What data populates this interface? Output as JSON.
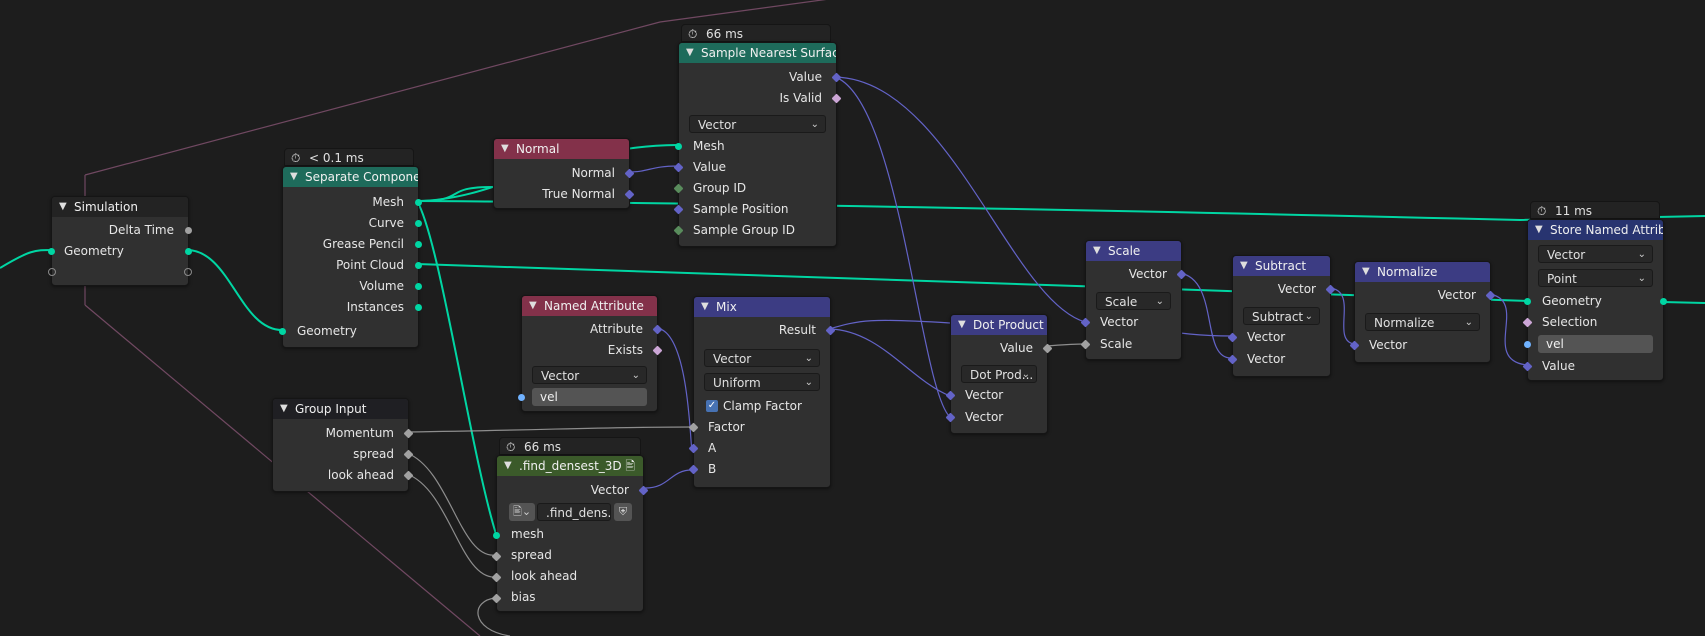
{
  "timers": {
    "separate": "< 0.1 ms",
    "sample": "66 ms",
    "store": "11 ms",
    "densest": "66 ms"
  },
  "simulation": {
    "title": "Simulation",
    "outputs": [
      "Delta Time",
      "Geometry"
    ]
  },
  "separate": {
    "title": "Separate Compone...",
    "outputs": [
      "Mesh",
      "Curve",
      "Grease Pencil",
      "Point Cloud",
      "Volume",
      "Instances"
    ],
    "input": "Geometry"
  },
  "normal": {
    "title": "Normal",
    "outputs": [
      "Normal",
      "True Normal"
    ]
  },
  "sample": {
    "title": "Sample Nearest Surface",
    "outputs": [
      "Value",
      "Is Valid"
    ],
    "dropdown": "Vector",
    "inputs": [
      "Mesh",
      "Value",
      "Group ID",
      "Sample Position",
      "Sample Group ID"
    ]
  },
  "named_attr": {
    "title": "Named Attribute",
    "outputs": [
      "Attribute",
      "Exists"
    ],
    "dropdown": "Vector",
    "name": "vel"
  },
  "mix": {
    "title": "Mix",
    "output": "Result",
    "dropdown1": "Vector",
    "dropdown2": "Uniform",
    "clamp_label": "Clamp Factor",
    "clamp_checked": true,
    "inputs": [
      "Factor",
      "A",
      "B"
    ]
  },
  "group_input": {
    "title": "Group Input",
    "outputs": [
      "Momentum",
      "spread",
      "look ahead"
    ]
  },
  "densest": {
    "title": ".find_densest_3D",
    "output": "Vector",
    "group_name": ".find_dens...",
    "inputs": [
      "mesh",
      "spread",
      "look ahead",
      "bias"
    ]
  },
  "dot": {
    "title": "Dot Product",
    "output": "Value",
    "dropdown": "Dot Prod...",
    "inputs": [
      "Vector",
      "Vector"
    ]
  },
  "scale": {
    "title": "Scale",
    "output": "Vector",
    "dropdown": "Scale",
    "inputs": [
      "Vector",
      "Scale"
    ]
  },
  "subtract": {
    "title": "Subtract",
    "output": "Vector",
    "dropdown": "Subtract",
    "inputs": [
      "Vector",
      "Vector"
    ]
  },
  "normalize": {
    "title": "Normalize",
    "output": "Vector",
    "dropdown": "Normalize",
    "input": "Vector"
  },
  "store": {
    "title": "Store Named Attrib...",
    "dropdown1": "Vector",
    "dropdown2": "Point",
    "inputs": [
      "Geometry",
      "Selection",
      "Value"
    ],
    "name": "vel"
  },
  "colors": {
    "geometry_wire": "#00d6a3",
    "vector_wire": "#6363c7",
    "float_wire": "#a1a1a1",
    "zone_frame": "#7a4e69"
  }
}
